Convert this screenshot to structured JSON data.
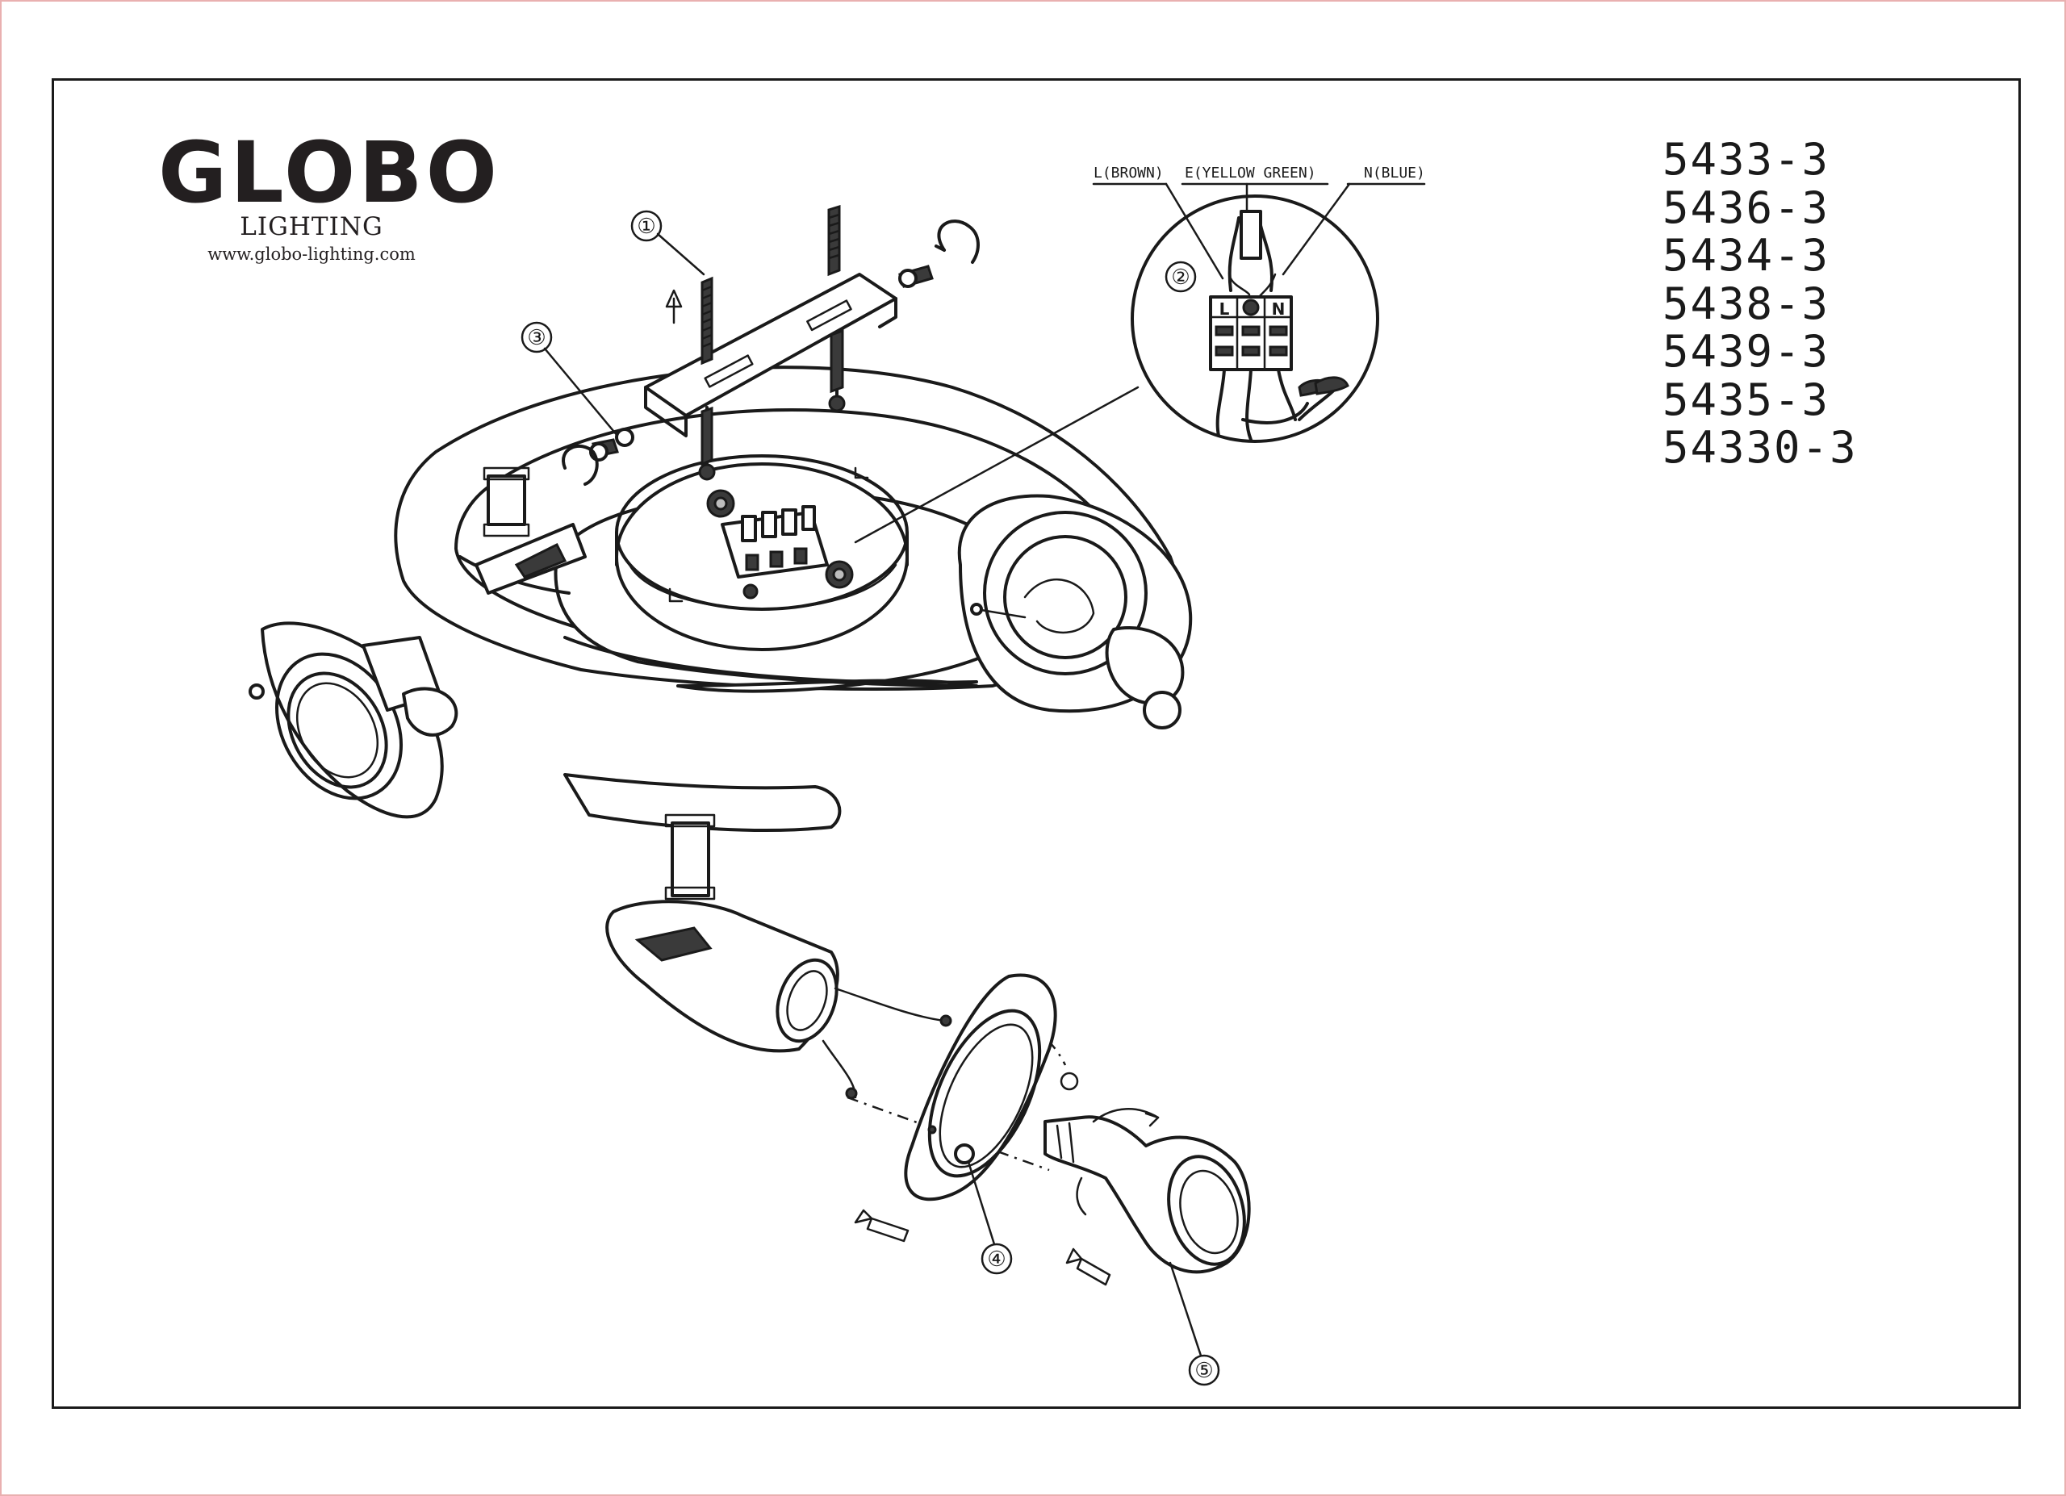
{
  "brand": {
    "name": "GLOBO",
    "sub": "LIGHTING",
    "url": "www.globo-lighting.com"
  },
  "models": [
    "5433-3",
    "5436-3",
    "5434-3",
    "5438-3",
    "5439-3",
    "5435-3",
    "54330-3"
  ],
  "wiring": {
    "live": "L(BROWN)",
    "earth": "E(YELLOW GREEN)",
    "neutral": "N(BLUE)",
    "terminal_l": "L",
    "terminal_n": "N"
  },
  "callouts": [
    "①",
    "②",
    "③",
    "④",
    "⑤"
  ]
}
